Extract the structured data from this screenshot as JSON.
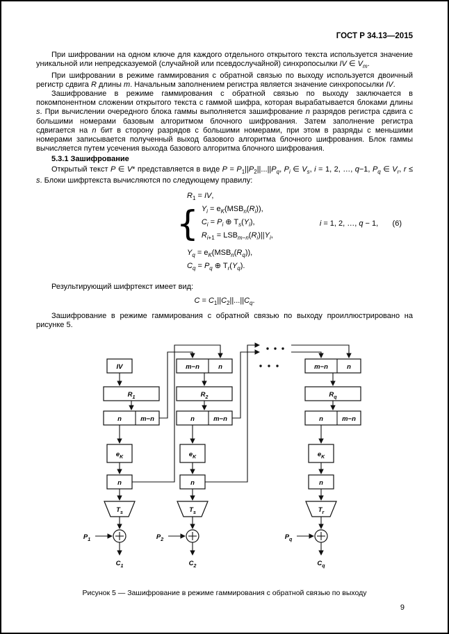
{
  "page": {
    "header": "ГОСТ Р 34.13—2015",
    "number": "9"
  },
  "content": {
    "p1": "При шифровании на одном ключе для каждого отдельного открытого текста используется значение уникальной или непредсказуемой (случайной или псевдослучайной) синхропосылки <i>IV</i> ∈ <i>V<sub>m</sub></i>.",
    "p2": "При шифровании в режиме гаммирования с обратной связью по выходу используется двоичный регистр сдвига <i>R</i> длины <i>m</i>. Начальным заполнением регистра является значение синхропосылки <i>IV</i>.",
    "p3": "Зашифрование в режиме гаммирования с обратной связью по выходу заключается в покомпонентном сложении открытого текста с гаммой шифра, которая вырабатывается блоками длины <i>s</i>. При вычислении очередного блока гаммы выполняется зашифрование <i>n</i> разрядов регистра сдвига с большими номерами базовым алгоритмом блочного шифрования. Затем заполнение регистра сдвигается на <i>n</i> бит в сторону разрядов с большими номерами, при этом в разряды с меньшими номерами записывается полученный выход базового алгоритма блочного шифрования. Блок гаммы вычисляется путем усечения выхода базового алгоритма блочного шифрования.",
    "heading": "5.3.1 Зашифрование",
    "p4": "Открытый текст <i>P</i> ∈ <i>V</i>* представляется в виде <i>P</i> = <i>P</i><sub>1</sub>||<i>P</i><sub>2</sub>||...||<i>P<sub>q</sub></i>, <i>P<sub>i</sub></i> ∈ <i>V<sub>s</sub></i>, <i>i</i> = 1, 2, …, <i>q</i>−1, <i>P<sub>q</sub></i> ∈ <i>V<sub>r</sub></i>, <i>r</i> ≤ <i>s</i>. Блоки шифртекста вычисляются по следующему правилу:",
    "p5": "Результирующий шифртекст имеет вид:",
    "p6": "Зашифрование в режиме гаммирования с обратной связью по выходу проиллюстрировано на рисунке 5."
  },
  "formulas": {
    "init": "<i>R</i><sub>1</sub> = <i>IV</i>,",
    "brace": "{",
    "sys1": "<i>Y<sub>i</sub></i> = e<sub><i>K</i></sub>(MSB<sub><i>n</i></sub>(<i>R<sub>i</sub></i>)),",
    "sys2": "<i>C<sub>i</sub></i> = <i>P<sub>i</sub></i> ⊕ T<sub><i>s</i></sub>(<i>Y<sub>i</sub></i>),",
    "sys3": "<i>R</i><sub><i>i</i>+1</sub> = LSB<sub><i>m</i>−<i>n</i></sub>(<i>R<sub>i</sub></i>)||<i>Y<sub>i</sub></i>,",
    "side": "<i>i</i> = 1, 2, …, <i>q</i> − 1,",
    "number": "(6)",
    "tail1": "<i>Y<sub>q</sub></i> = e<sub><i>K</i></sub>(MSB<sub><i>n</i></sub>(<i>R<sub>q</sub></i>)),",
    "tail2": "<i>C<sub>q</sub></i> = <i>P<sub>q</sub></i> ⊕ T<sub><i>r</i></sub>(<i>Y<sub>q</sub></i>).",
    "result": "<i>C</i> = <i>C</i><sub>1</sub>||<i>C</i><sub>2</sub>||...||<i>C<sub>q</sub></i>."
  },
  "figure": {
    "caption": "Рисунок 5 — Зашифрование в режиме гаммирования с обратной связью по выходу",
    "iv": "IV",
    "labels": {
      "n": "n",
      "mn": "m−n",
      "e_base": "e",
      "e_sub": "K"
    },
    "columns": [
      {
        "reg_base": "R",
        "reg_sub": "1",
        "trunc_base": "T",
        "trunc_sub": "s",
        "p_base": "P",
        "p_sub": "1",
        "c_base": "C",
        "c_sub": "1"
      },
      {
        "reg_base": "R",
        "reg_sub": "2",
        "trunc_base": "T",
        "trunc_sub": "s",
        "p_base": "P",
        "p_sub": "2",
        "c_base": "C",
        "c_sub": "2"
      },
      {
        "reg_base": "R",
        "reg_sub": "q",
        "trunc_base": "T",
        "trunc_sub": "r",
        "p_base": "P",
        "p_sub": "q",
        "c_base": "C",
        "c_sub": "q"
      }
    ]
  }
}
